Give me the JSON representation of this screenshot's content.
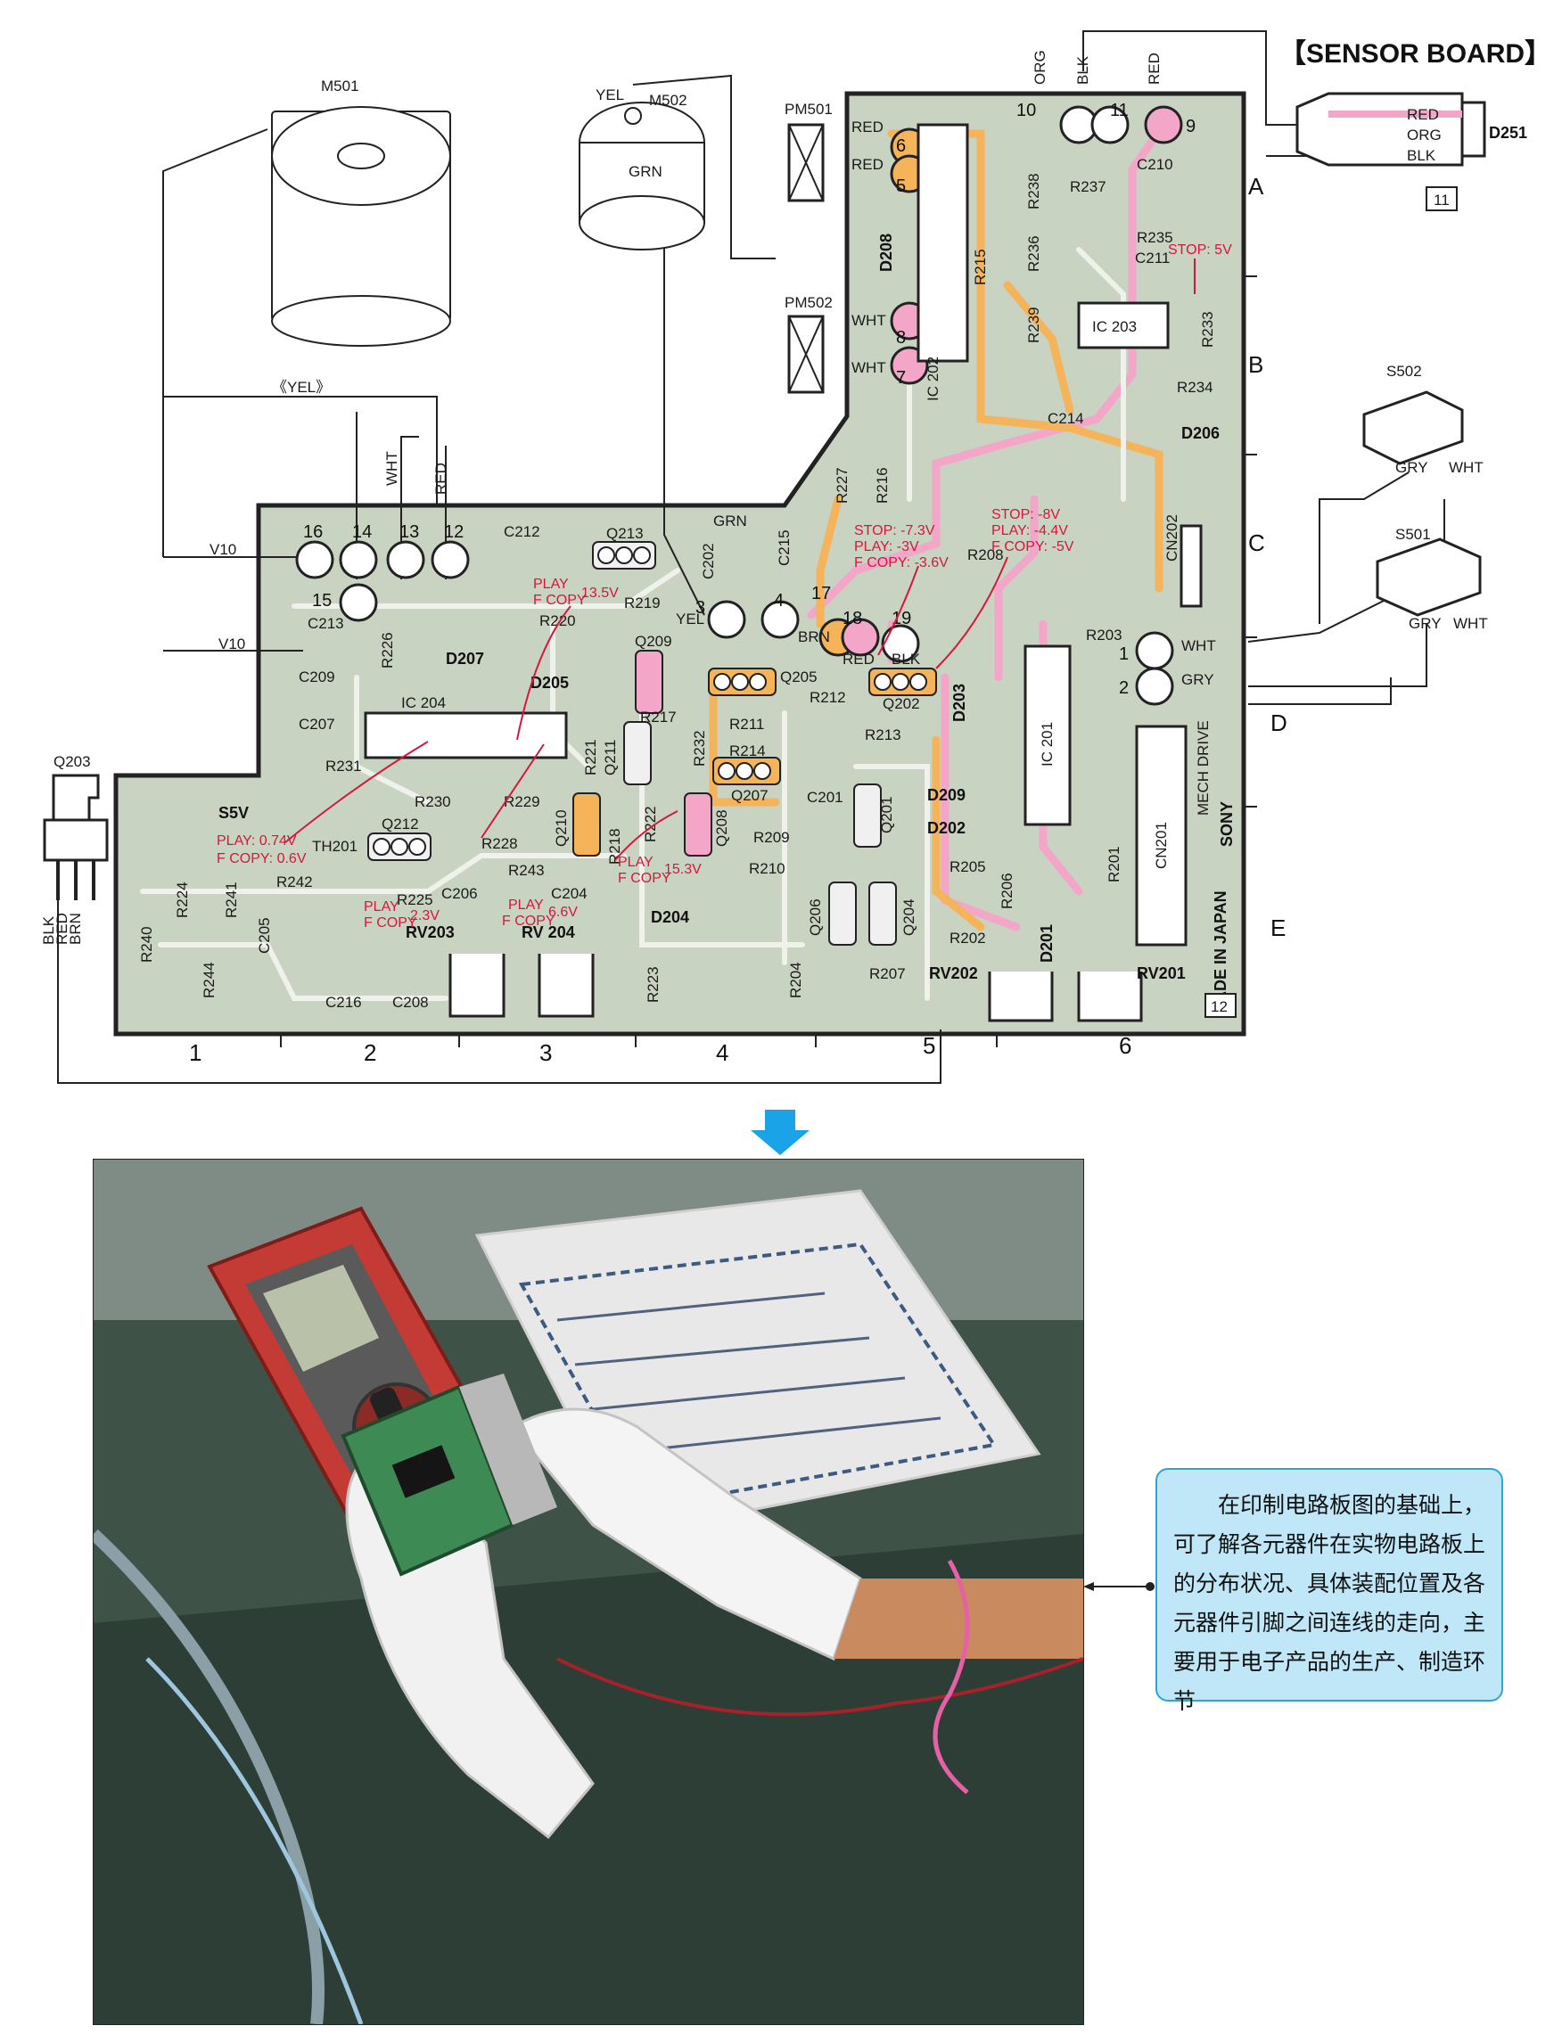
{
  "board_title": "【SENSOR BOARD】",
  "sensor_board_number": "11",
  "main_board_number": "12",
  "columns": [
    "1",
    "2",
    "3",
    "4",
    "5",
    "6"
  ],
  "rows": [
    "A",
    "B",
    "C",
    "D",
    "E"
  ],
  "side_text": {
    "made_in": "MADE IN JAPAN",
    "mech": "MECH DRIVE",
    "brand": "SONY"
  },
  "components": {
    "motors": [
      "M501",
      "M502"
    ],
    "photo_modules": [
      "PM501",
      "PM502"
    ],
    "switches": [
      "S502",
      "S501"
    ],
    "transistor_ext": "Q203",
    "diode_ext": "D251",
    "ics": [
      "IC 204",
      "IC 202",
      "IC 203",
      "IC 201"
    ],
    "connectors": [
      "CN201",
      "CN202"
    ],
    "trimmers": [
      "RV203",
      "RV 204",
      "RV202",
      "RV201"
    ],
    "transistors": [
      "Q213",
      "Q209",
      "Q205",
      "Q202",
      "Q212",
      "Q211",
      "Q210",
      "Q208",
      "Q207",
      "Q201",
      "Q206",
      "Q204"
    ],
    "diodes": [
      "D207",
      "D205",
      "D208",
      "D206",
      "D203",
      "D209",
      "D202",
      "D204",
      "D201"
    ],
    "resistors": [
      "R226",
      "R231",
      "R230",
      "R229",
      "R228",
      "R243",
      "R225",
      "R242",
      "R224",
      "R241",
      "R240",
      "R244",
      "R220",
      "R219",
      "R221",
      "R218",
      "R222",
      "R217",
      "R232",
      "R211",
      "R214",
      "R212",
      "R213",
      "R209",
      "R210",
      "R223",
      "R204",
      "R207",
      "R202",
      "R205",
      "R206",
      "R201",
      "R203",
      "R215",
      "R216",
      "R227",
      "R238",
      "R237",
      "R236",
      "R235",
      "R239",
      "R233",
      "R234",
      "R208"
    ],
    "capacitors": [
      "C212",
      "C213",
      "C209",
      "C207",
      "C206",
      "C204",
      "C205",
      "C216",
      "C208",
      "C202",
      "C215",
      "C201",
      "C210",
      "C211",
      "C214"
    ],
    "thermistor": "TH201",
    "supply": "S5V"
  },
  "wire_colors": [
    "YEL",
    "GRN",
    "RED",
    "WHT",
    "BLK",
    "ORG",
    "BRN",
    "GRY",
    "V10",
    "《YEL》"
  ],
  "voltages": {
    "ic203": "STOP: 5V",
    "ic204": [
      "PLAY",
      "F COPY",
      "13.5V"
    ],
    "q212": [
      "PLAY: 0.74V",
      "F COPY: 0.6V"
    ],
    "q210": [
      "PLAY",
      "F COPY",
      "15.3V"
    ],
    "rv203": [
      "PLAY",
      "F COPY",
      "2.3V"
    ],
    "rv204": [
      "PLAY",
      "F COPY",
      "6.6V"
    ],
    "c202": [
      "STOP: -7.3V",
      "PLAY: -3V",
      "F COPY: -3.6V"
    ],
    "cn202": [
      "STOP: -8V",
      "PLAY: -4.4V",
      "F COPY: -5V"
    ]
  },
  "pins": [
    "16",
    "14",
    "13",
    "12",
    "15",
    "3",
    "4",
    "17",
    "18",
    "19",
    "1",
    "2",
    "5",
    "6",
    "8",
    "7",
    "9",
    "10",
    "11"
  ],
  "callout": {
    "text": "在印制电路板图的基础上，可了解各元器件在实物电路板上的分布状况、具体装配位置及各元器件引脚之间连线的走向，主要用于电子产品的生产、制造环节"
  },
  "colors": {
    "board": "#c9d3c2",
    "trace_pink": "#f3a6c8",
    "trace_orange": "#f5b35a",
    "voltage_red": "#d8163c",
    "arrow_blue": "#1aa3e6",
    "callout_bg": "#bfe7f7"
  }
}
